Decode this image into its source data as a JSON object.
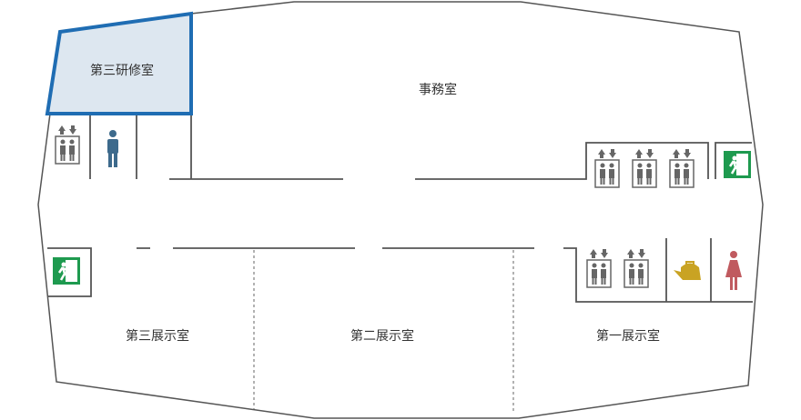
{
  "rooms": {
    "training3": "第三研修室",
    "office": "事務室",
    "exhibit3": "第三展示室",
    "exhibit2": "第二展示室",
    "exhibit1": "第一展示室"
  },
  "highlight_color": "#1f6db3",
  "highlight_fill": "#dde7f0",
  "icon_colors": {
    "elevator": "#666666",
    "male": "#3d6a8c",
    "female": "#c05a5f",
    "exit": "#1e9a4f",
    "kettle": "#c9a323"
  }
}
